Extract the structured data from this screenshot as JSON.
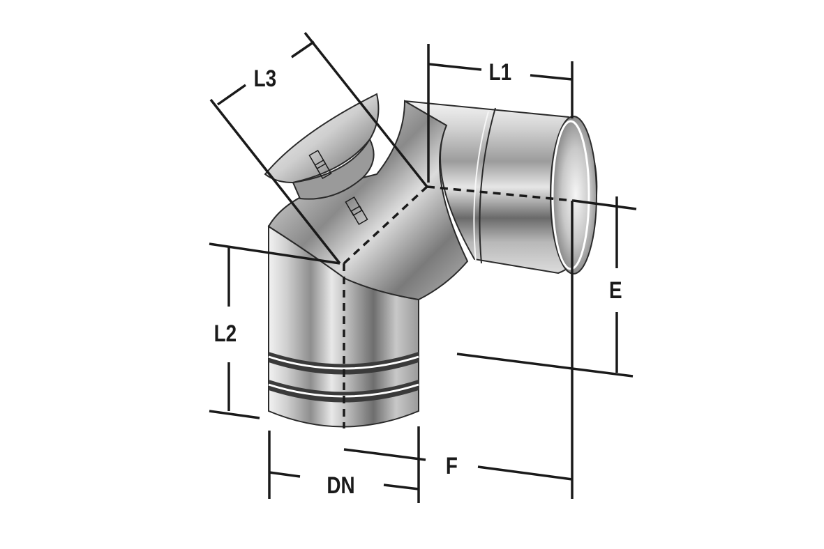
{
  "labels": {
    "l1": "L1",
    "l2": "L2",
    "l3": "L3",
    "dn": "DN",
    "e": "E",
    "f": "F"
  }
}
